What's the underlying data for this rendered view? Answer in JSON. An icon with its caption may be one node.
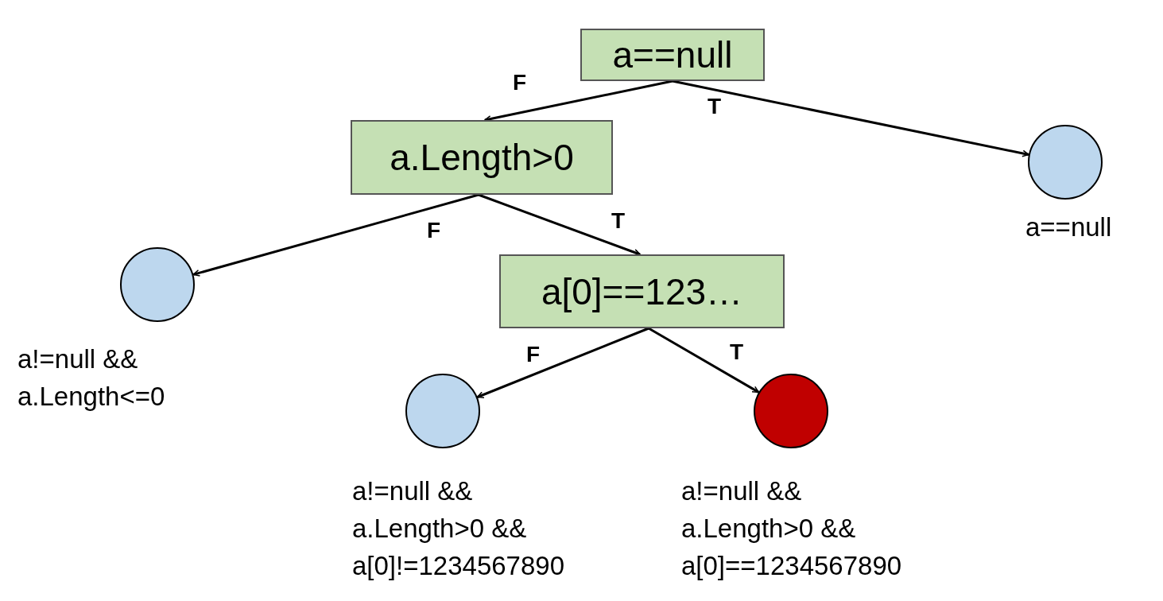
{
  "diagram": {
    "nodes": [
      {
        "text": [
          "a==null"
        ]
      },
      {
        "text": [
          "a.Length>0"
        ]
      },
      {
        "text": [],
        "shape": "circle",
        "beside": [
          "a==null"
        ]
      },
      {
        "text": [],
        "shape": "circle",
        "beside": [
          "a!=null && a.Length<=0"
        ]
      },
      {
        "text": [
          "a[0]==123…"
        ]
      },
      {
        "text": [],
        "shape": "circle",
        "beside": [
          "a!=null && a.Length>0 && a[0]!=1234567890"
        ]
      },
      {
        "text": [],
        "shape": "circle",
        "beside": [
          "a!=null && a.Length>0 && a[0]==1234567890"
        ]
      }
    ],
    "edges": [
      {
        "from": 0,
        "to": 1,
        "arrow": "to",
        "label": "F"
      },
      {
        "from": 0,
        "to": 2,
        "arrow": "to",
        "label": "T"
      },
      {
        "from": 1,
        "to": 3,
        "arrow": "to",
        "label": "F"
      },
      {
        "from": 1,
        "to": 4,
        "arrow": "to",
        "label": "T"
      },
      {
        "from": 4,
        "to": 5,
        "arrow": "to",
        "label": "F"
      },
      {
        "from": 4,
        "to": 6,
        "arrow": "to",
        "label": "T"
      }
    ]
  }
}
